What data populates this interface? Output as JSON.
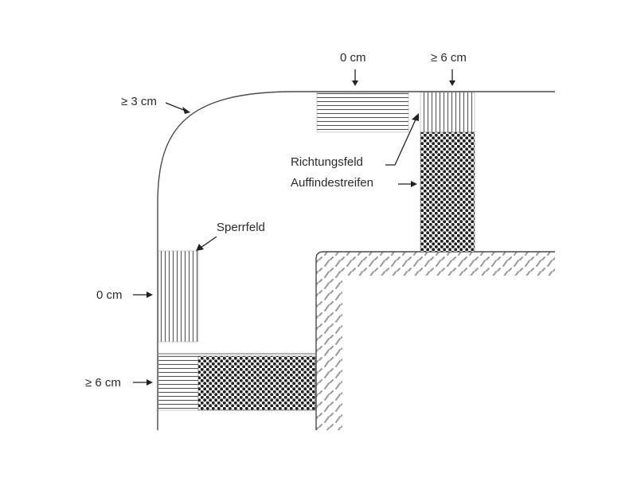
{
  "labels": {
    "top_zero": "0 cm",
    "top_ge6": "≥ 6 cm",
    "curve_ge3": "≥ 3 cm",
    "richtungsfeld": "Richtungsfeld",
    "auffindestreifen": "Auffindestreifen",
    "sperrfeld": "Sperrfeld",
    "left_zero": "0 cm",
    "left_ge6": "≥ 6 cm"
  },
  "colors": {
    "line": "#4a4a4a",
    "hatch": "#555555",
    "dots": "#222222",
    "wall_hatch": "#9a9a9a"
  }
}
